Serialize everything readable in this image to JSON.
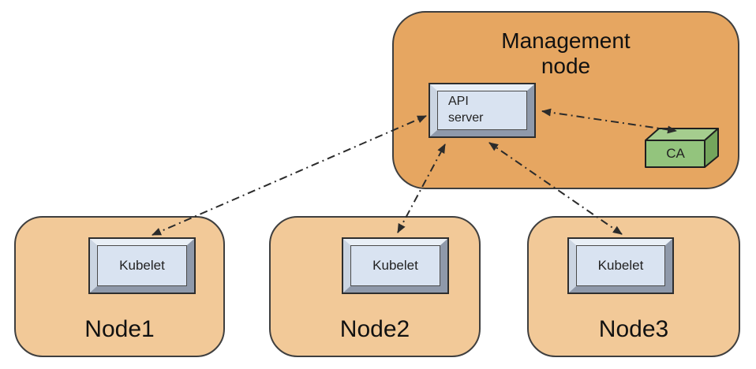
{
  "colors": {
    "management_fill": "#E6A661",
    "node_fill": "#F2C998",
    "box_border": "#3F3F3F",
    "chip_face": "#D9E3F1",
    "chip_bevel_light": "#E9EFF6",
    "chip_bevel_left": "#CBD5E2",
    "chip_bevel_dark": "#8F99AA",
    "ca_front": "#93C47D",
    "ca_top": "#A5CD8E",
    "ca_side": "#74A55C",
    "line": "#2B2B2B",
    "text": "#111111"
  },
  "management_node": {
    "title": "Management\nnode",
    "api_server_label": "API\nserver",
    "ca_label": "CA"
  },
  "nodes": [
    {
      "title": "Node1",
      "component": "Kubelet"
    },
    {
      "title": "Node2",
      "component": "Kubelet"
    },
    {
      "title": "Node3",
      "component": "Kubelet"
    }
  ],
  "connections": [
    {
      "from": "Kubelet (Node1)",
      "to": "API server",
      "style": "dash-dot",
      "bidirectional": true
    },
    {
      "from": "Kubelet (Node2)",
      "to": "API server",
      "style": "dash-dot",
      "bidirectional": true
    },
    {
      "from": "Kubelet (Node3)",
      "to": "API server",
      "style": "dash-dot",
      "bidirectional": true
    },
    {
      "from": "API server",
      "to": "CA",
      "style": "dash-dot",
      "bidirectional": true
    }
  ]
}
